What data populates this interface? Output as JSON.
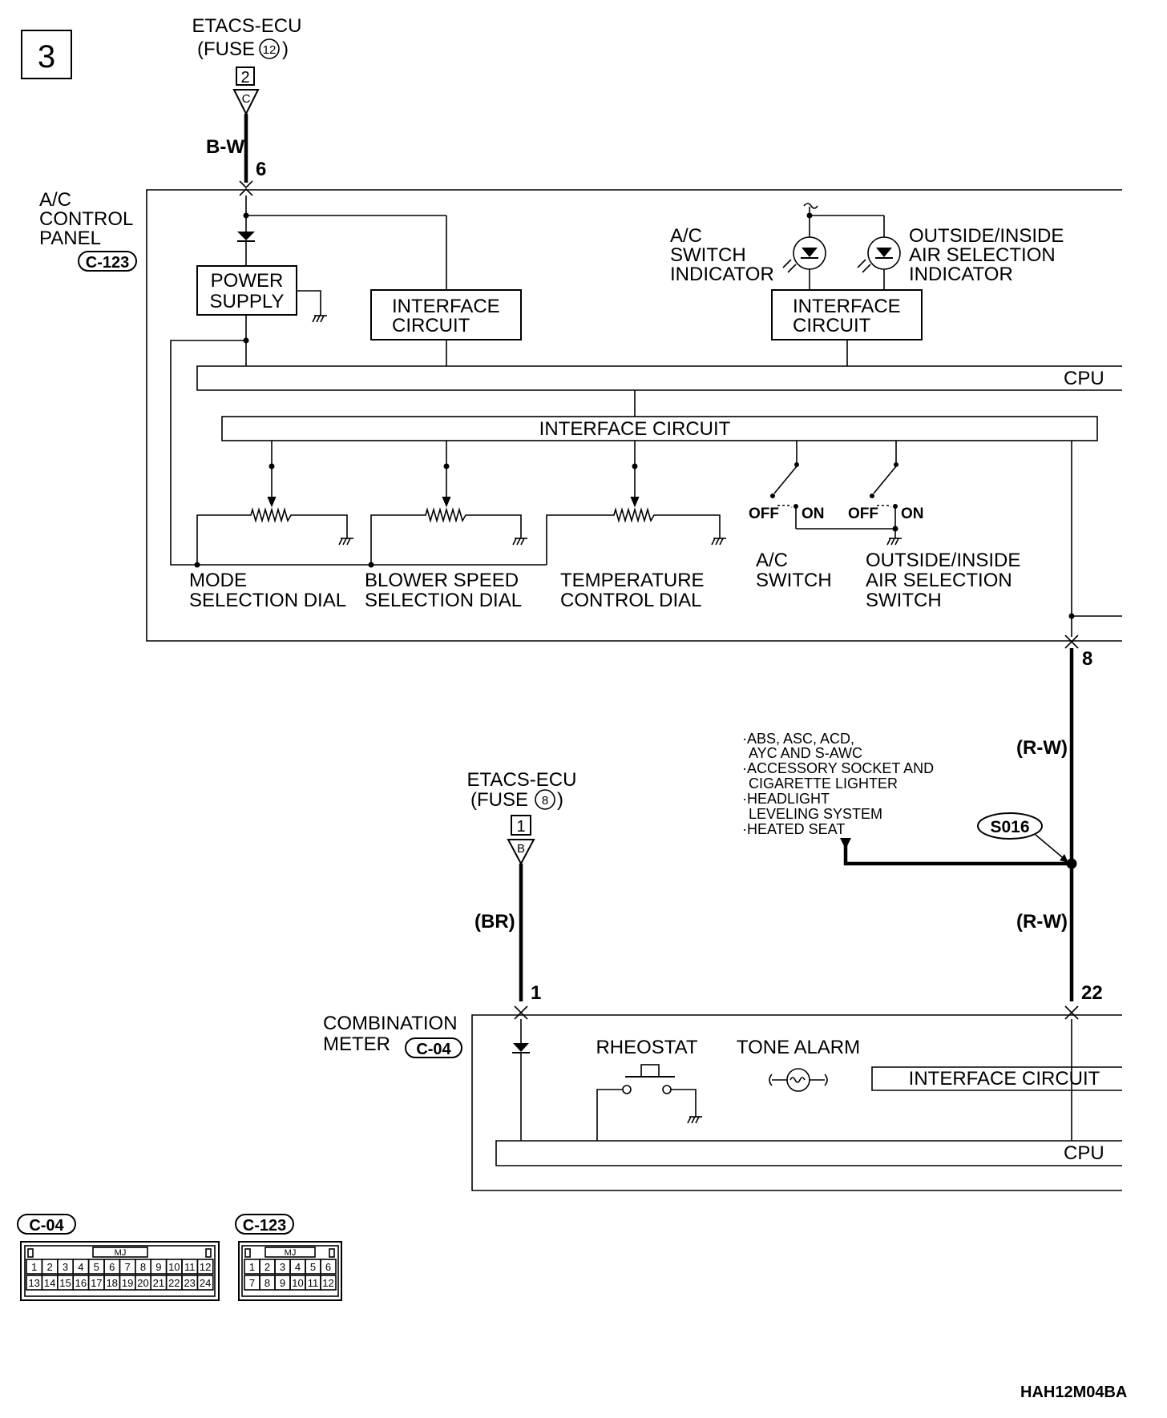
{
  "page_number": "3",
  "diagram_code": "HAH12M04BA",
  "top_source": {
    "name": "ETACS-ECU",
    "fuse": "(FUSE",
    "fuse_no": "12",
    "fuse_close": ")",
    "terminal": "2",
    "connector_letter": "C",
    "wire_color": "B-W",
    "pin": "6"
  },
  "ac_panel": {
    "label_line1": "A/C",
    "label_line2": "CONTROL",
    "label_line3": "PANEL",
    "connector": "C-123",
    "power_supply_line1": "POWER",
    "power_supply_line2": "SUPPLY",
    "interface_line1": "INTERFACE",
    "interface_line2": "CIRCUIT",
    "interface2_line1": "INTERFACE",
    "interface2_line2": "CIRCUIT",
    "cpu": "CPU",
    "interface_bar": "INTERFACE CIRCUIT",
    "ac_indicator_line1": "A/C",
    "ac_indicator_line2": "SWITCH",
    "ac_indicator_line3": "INDICATOR",
    "air_indicator_line1": "OUTSIDE/INSIDE",
    "air_indicator_line2": "AIR SELECTION",
    "air_indicator_line3": "INDICATOR",
    "mode_line1": "MODE",
    "mode_line2": "SELECTION DIAL",
    "blower_line1": "BLOWER SPEED",
    "blower_line2": "SELECTION DIAL",
    "temp_line1": "TEMPERATURE",
    "temp_line2": "CONTROL DIAL",
    "ac_switch_line1": "A/C",
    "ac_switch_line2": "SWITCH",
    "air_switch_line1": "OUTSIDE/INSIDE",
    "air_switch_line2": "AIR SELECTION",
    "air_switch_line3": "SWITCH",
    "off": "OFF",
    "on": "ON",
    "output_pin": "8"
  },
  "splice": {
    "wire_upper": "(R-W)",
    "wire_lower": "(R-W)",
    "id": "S016",
    "branch_line1": "·ABS, ASC, ACD,",
    "branch_line2": "AYC AND S-AWC",
    "branch_line3": "·ACCESSORY SOCKET AND",
    "branch_line4": "CIGARETTE LIGHTER",
    "branch_line5": "·HEADLIGHT",
    "branch_line6": "LEVELING SYSTEM",
    "branch_line7": "·HEATED SEAT"
  },
  "bottom_source": {
    "name": "ETACS-ECU",
    "fuse": "(FUSE",
    "fuse_no": "8",
    "fuse_close": ")",
    "terminal": "1",
    "connector_letter": "B",
    "wire_color": "(BR)",
    "pin": "1"
  },
  "meter": {
    "label_line1": "COMBINATION",
    "label_line2": "METER",
    "connector": "C-04",
    "rheostat": "RHEOSTAT",
    "tone_alarm": "TONE ALARM",
    "interface": "INTERFACE CIRCUIT",
    "cpu": "CPU",
    "input_pin": "22"
  },
  "connectors": [
    {
      "id": "C-04",
      "tag": "MJ",
      "row1": [
        "1",
        "2",
        "3",
        "4",
        "5",
        "6",
        "7",
        "8",
        "9",
        "10",
        "11",
        "12"
      ],
      "row2": [
        "13",
        "14",
        "15",
        "16",
        "17",
        "18",
        "19",
        "20",
        "21",
        "22",
        "23",
        "24"
      ]
    },
    {
      "id": "C-123",
      "tag": "MJ",
      "row1": [
        "1",
        "2",
        "3",
        "4",
        "5",
        "6"
      ],
      "row2": [
        "7",
        "8",
        "9",
        "10",
        "11",
        "12"
      ]
    }
  ]
}
